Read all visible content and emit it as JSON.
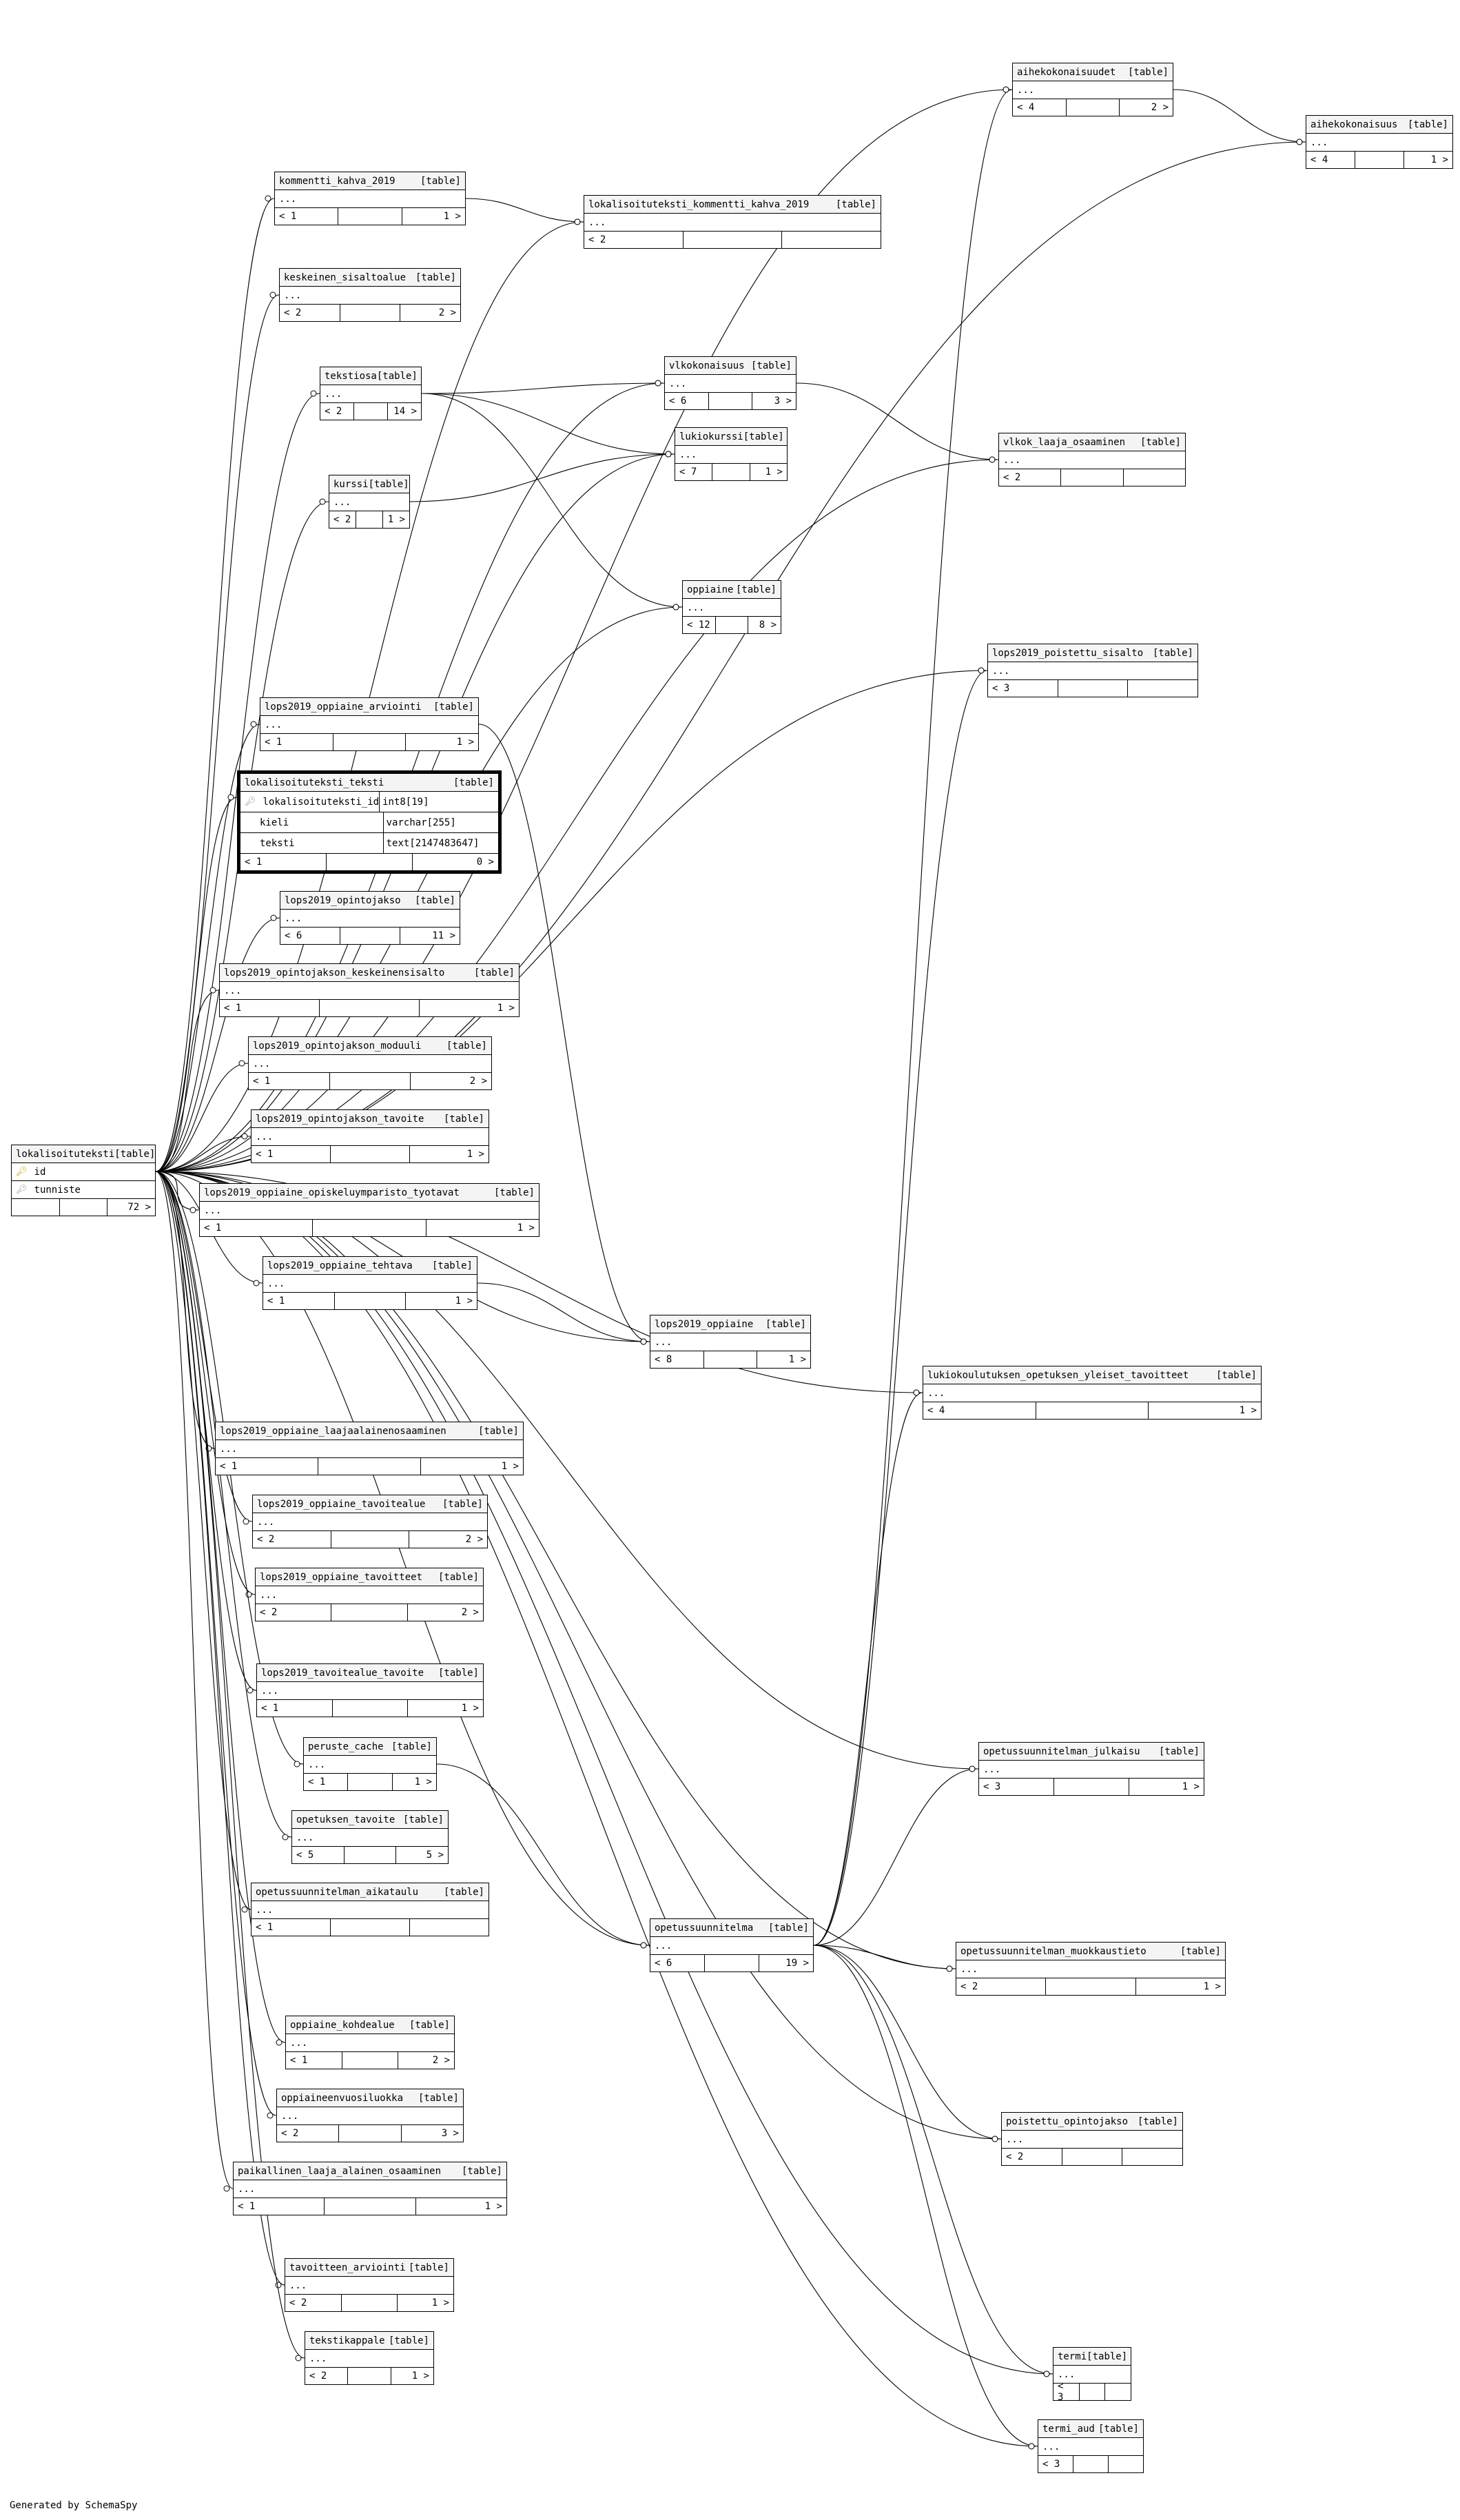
{
  "footer": "Generated by SchemaSpy",
  "tables": [
    {
      "id": "aihekokonaisuudet",
      "name": "aihekokonaisuudet",
      "tag": "[table]",
      "body": "...",
      "counts": [
        "< 4",
        "",
        "2 >"
      ]
    },
    {
      "id": "aihekokonaisuus",
      "name": "aihekokonaisuus",
      "tag": "[table]",
      "body": "...",
      "counts": [
        "< 4",
        "",
        "1 >"
      ]
    },
    {
      "id": "kommentti_kahva_2019",
      "name": "kommentti_kahva_2019",
      "tag": "[table]",
      "body": "...",
      "counts": [
        "< 1",
        "",
        "1 >"
      ]
    },
    {
      "id": "lokalisoituteksti_kommentti_kahva_2019",
      "name": "lokalisoituteksti_kommentti_kahva_2019",
      "tag": "[table]",
      "body": "...",
      "counts": [
        "< 2",
        "",
        ""
      ]
    },
    {
      "id": "keskeinen_sisaltoalue",
      "name": "keskeinen_sisaltoalue",
      "tag": "[table]",
      "body": "...",
      "counts": [
        "< 2",
        "",
        "2 >"
      ]
    },
    {
      "id": "tekstiosa",
      "name": "tekstiosa",
      "tag": "[table]",
      "body": "...",
      "counts": [
        "< 2",
        "",
        "14 >"
      ]
    },
    {
      "id": "vlkokonaisuus",
      "name": "vlkokonaisuus",
      "tag": "[table]",
      "body": "...",
      "counts": [
        "< 6",
        "",
        "3 >"
      ]
    },
    {
      "id": "lukiokurssi",
      "name": "lukiokurssi",
      "tag": "[table]",
      "body": "...",
      "counts": [
        "< 7",
        "",
        "1 >"
      ]
    },
    {
      "id": "vlkok_laaja_osaaminen",
      "name": "vlkok_laaja_osaaminen",
      "tag": "[table]",
      "body": "...",
      "counts": [
        "< 2",
        "",
        ""
      ]
    },
    {
      "id": "kurssi",
      "name": "kurssi",
      "tag": "[table]",
      "body": "...",
      "counts": [
        "< 2",
        "",
        "1 >"
      ]
    },
    {
      "id": "oppiaine",
      "name": "oppiaine",
      "tag": "[table]",
      "body": "...",
      "counts": [
        "< 12",
        "",
        "8 >"
      ]
    },
    {
      "id": "lops2019_poistettu_sisalto",
      "name": "lops2019_poistettu_sisalto",
      "tag": "[table]",
      "body": "...",
      "counts": [
        "< 3",
        "",
        ""
      ]
    },
    {
      "id": "lops2019_oppiaine_arviointi",
      "name": "lops2019_oppiaine_arviointi",
      "tag": "[table]",
      "body": "...",
      "counts": [
        "< 1",
        "",
        "1 >"
      ]
    },
    {
      "id": "lops2019_opintojakso",
      "name": "lops2019_opintojakso",
      "tag": "[table]",
      "body": "...",
      "counts": [
        "< 6",
        "",
        "11 >"
      ]
    },
    {
      "id": "lops2019_opintojakson_keskeinensisalto",
      "name": "lops2019_opintojakson_keskeinensisalto",
      "tag": "[table]",
      "body": "...",
      "counts": [
        "< 1",
        "",
        "1 >"
      ]
    },
    {
      "id": "lops2019_opintojakson_moduuli",
      "name": "lops2019_opintojakson_moduuli",
      "tag": "[table]",
      "body": "...",
      "counts": [
        "< 1",
        "",
        "2 >"
      ]
    },
    {
      "id": "lops2019_opintojakson_tavoite",
      "name": "lops2019_opintojakson_tavoite",
      "tag": "[table]",
      "body": "...",
      "counts": [
        "< 1",
        "",
        "1 >"
      ]
    },
    {
      "id": "lops2019_oppiaine_opiskeluymparisto_tyotavat",
      "name": "lops2019_oppiaine_opiskeluymparisto_tyotavat",
      "tag": "[table]",
      "body": "...",
      "counts": [
        "< 1",
        "",
        "1 >"
      ]
    },
    {
      "id": "lops2019_oppiaine_tehtava",
      "name": "lops2019_oppiaine_tehtava",
      "tag": "[table]",
      "body": "...",
      "counts": [
        "< 1",
        "",
        "1 >"
      ]
    },
    {
      "id": "lops2019_oppiaine",
      "name": "lops2019_oppiaine",
      "tag": "[table]",
      "body": "...",
      "counts": [
        "< 8",
        "",
        "1 >"
      ]
    },
    {
      "id": "lukiokoulutuksen_opetuksen_yleiset_tavoitteet",
      "name": "lukiokoulutuksen_opetuksen_yleiset_tavoitteet",
      "tag": "[table]",
      "body": "...",
      "counts": [
        "< 4",
        "",
        "1 >"
      ]
    },
    {
      "id": "lops2019_oppiaine_laajaalainenosaaminen",
      "name": "lops2019_oppiaine_laajaalainenosaaminen",
      "tag": "[table]",
      "body": "...",
      "counts": [
        "< 1",
        "",
        "1 >"
      ]
    },
    {
      "id": "lops2019_oppiaine_tavoitealue",
      "name": "lops2019_oppiaine_tavoitealue",
      "tag": "[table]",
      "body": "...",
      "counts": [
        "< 2",
        "",
        "2 >"
      ]
    },
    {
      "id": "lops2019_oppiaine_tavoitteet",
      "name": "lops2019_oppiaine_tavoitteet",
      "tag": "[table]",
      "body": "...",
      "counts": [
        "< 2",
        "",
        "2 >"
      ]
    },
    {
      "id": "lops2019_tavoitealue_tavoite",
      "name": "lops2019_tavoitealue_tavoite",
      "tag": "[table]",
      "body": "...",
      "counts": [
        "< 1",
        "",
        "1 >"
      ]
    },
    {
      "id": "opetussuunnitelman_julkaisu",
      "name": "opetussuunnitelman_julkaisu",
      "tag": "[table]",
      "body": "...",
      "counts": [
        "< 3",
        "",
        "1 >"
      ]
    },
    {
      "id": "peruste_cache",
      "name": "peruste_cache",
      "tag": "[table]",
      "body": "...",
      "counts": [
        "< 1",
        "",
        "1 >"
      ]
    },
    {
      "id": "opetuksen_tavoite",
      "name": "opetuksen_tavoite",
      "tag": "[table]",
      "body": "...",
      "counts": [
        "< 5",
        "",
        "5 >"
      ]
    },
    {
      "id": "opetussuunnitelman_aikataulu",
      "name": "opetussuunnitelman_aikataulu",
      "tag": "[table]",
      "body": "...",
      "counts": [
        "< 1",
        "",
        ""
      ]
    },
    {
      "id": "opetussuunnitelma",
      "name": "opetussuunnitelma",
      "tag": "[table]",
      "body": "...",
      "counts": [
        "< 6",
        "",
        "19 >"
      ]
    },
    {
      "id": "opetussuunnitelman_muokkaustieto",
      "name": "opetussuunnitelman_muokkaustieto",
      "tag": "[table]",
      "body": "...",
      "counts": [
        "< 2",
        "",
        "1 >"
      ]
    },
    {
      "id": "oppiaine_kohdealue",
      "name": "oppiaine_kohdealue",
      "tag": "[table]",
      "body": "...",
      "counts": [
        "< 1",
        "",
        "2 >"
      ]
    },
    {
      "id": "oppiaineenvuosiluokka",
      "name": "oppiaineenvuosiluokka",
      "tag": "[table]",
      "body": "...",
      "counts": [
        "< 2",
        "",
        "3 >"
      ]
    },
    {
      "id": "poistettu_opintojakso",
      "name": "poistettu_opintojakso",
      "tag": "[table]",
      "body": "...",
      "counts": [
        "< 2",
        "",
        ""
      ]
    },
    {
      "id": "paikallinen_laaja_alainen_osaaminen",
      "name": "paikallinen_laaja_alainen_osaaminen",
      "tag": "[table]",
      "body": "...",
      "counts": [
        "< 1",
        "",
        "1 >"
      ]
    },
    {
      "id": "tavoitteen_arviointi",
      "name": "tavoitteen_arviointi",
      "tag": "[table]",
      "body": "...",
      "counts": [
        "< 2",
        "",
        "1 >"
      ]
    },
    {
      "id": "tekstikappale",
      "name": "tekstikappale",
      "tag": "[table]",
      "body": "...",
      "counts": [
        "< 2",
        "",
        "1 >"
      ]
    },
    {
      "id": "termi",
      "name": "termi",
      "tag": "[table]",
      "body": "...",
      "counts": [
        "< 3",
        "",
        ""
      ]
    },
    {
      "id": "termi_aud",
      "name": "termi_aud",
      "tag": "[table]",
      "body": "...",
      "counts": [
        "< 3",
        "",
        ""
      ]
    },
    {
      "id": "lokalisoituteksti",
      "name": "lokalisoituteksti",
      "tag": "[table]",
      "columns": [
        {
          "key": "pk",
          "name": "id"
        },
        {
          "key": "fk",
          "name": "tunniste"
        }
      ],
      "counts": [
        "",
        "",
        "72 >"
      ]
    }
  ],
  "focus_table": {
    "name": "lokalisoituteksti_teksti",
    "tag": "[table]",
    "columns": [
      {
        "key": "fk",
        "name": "lokalisoituteksti_id",
        "type": "int8[19]"
      },
      {
        "key": "",
        "name": "kieli",
        "type": "varchar[255]"
      },
      {
        "key": "",
        "name": "teksti",
        "type": "text[2147483647]"
      }
    ],
    "counts": [
      "< 1",
      "",
      "0 >"
    ]
  },
  "colors": {
    "border": "#000000",
    "header_bg": "#f4f4f4",
    "pk_key": "#c8a000"
  }
}
